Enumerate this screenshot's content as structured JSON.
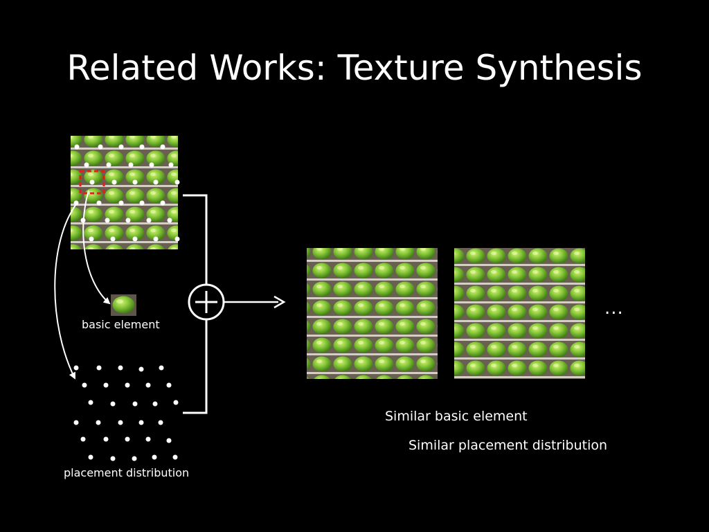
{
  "slide": {
    "title": "Related Works: Texture Synthesis",
    "labels": {
      "basic_element": "basic element",
      "placement_distribution": "placement distribution",
      "similar_element": "Similar basic element",
      "similar_distribution": "Similar placement distribution",
      "ellipsis": "..."
    }
  },
  "colors": {
    "background": "#000000",
    "text": "#ffffff",
    "apple_green": "#7ec43a",
    "selection_box": "#e0201c"
  },
  "icons": {
    "plus": "circle-plus-icon",
    "arrow": "right-arrow-icon"
  }
}
